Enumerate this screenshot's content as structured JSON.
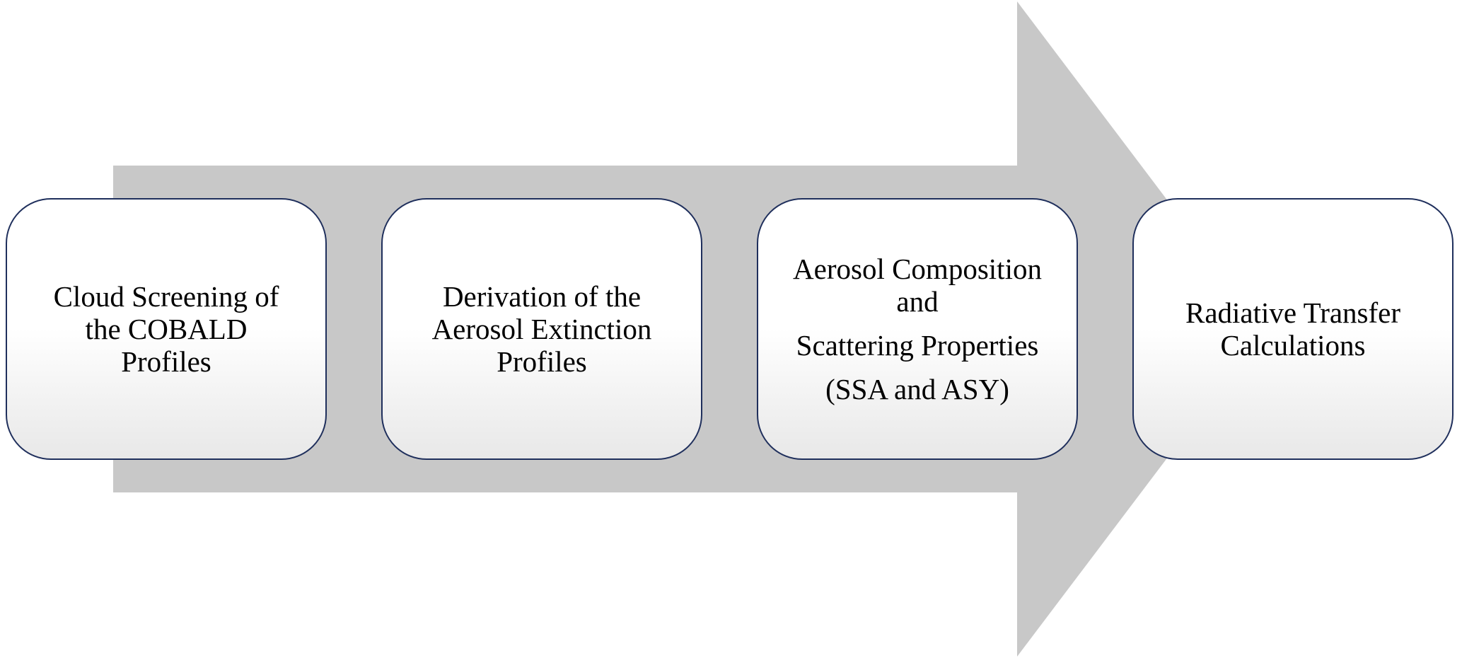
{
  "diagram": {
    "arrow_color": "#c8c8c8",
    "box_border_color": "#1f2f5c",
    "steps": [
      {
        "lines": [
          "Cloud Screening of",
          "the COBALD",
          "Profiles"
        ]
      },
      {
        "lines": [
          "Derivation of the",
          "Aerosol Extinction",
          "Profiles"
        ]
      },
      {
        "lines": [
          "Aerosol Composition",
          "and",
          "Scattering Properties",
          "(SSA and ASY)"
        ]
      },
      {
        "lines": [
          "Radiative Transfer",
          "Calculations"
        ]
      }
    ]
  }
}
